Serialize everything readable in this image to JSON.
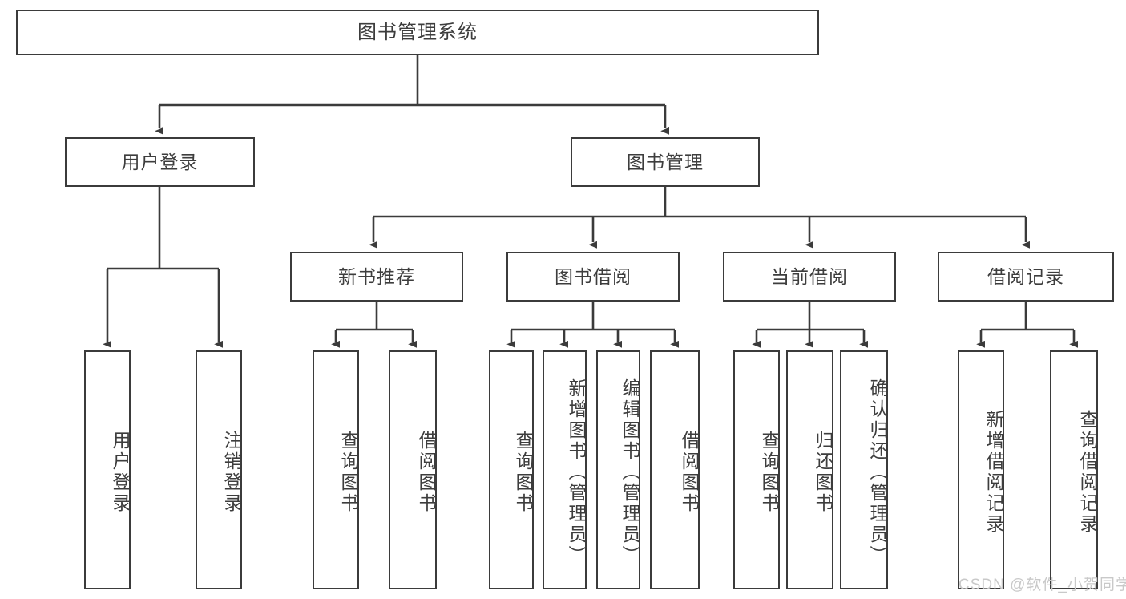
{
  "diagram": {
    "title_node": {
      "label": "图书管理系统"
    },
    "level2": [
      {
        "id": "user-login",
        "label": "用户登录"
      },
      {
        "id": "book-management",
        "label": "图书管理"
      }
    ],
    "level3": [
      {
        "id": "new-book-recommend",
        "label": "新书推荐"
      },
      {
        "id": "book-borrow",
        "label": "图书借阅"
      },
      {
        "id": "current-borrow",
        "label": "当前借阅"
      },
      {
        "id": "borrow-record",
        "label": "借阅记录"
      }
    ],
    "leaves": {
      "user_login": [
        {
          "id": "leaf-user-login",
          "label": "用户登录"
        },
        {
          "id": "leaf-logout-login",
          "label": "注销登录"
        }
      ],
      "new_book_recommend": [
        {
          "id": "leaf-query-book-1",
          "label": "查询图书"
        },
        {
          "id": "leaf-borrow-book-1",
          "label": "借阅图书"
        }
      ],
      "book_borrow": [
        {
          "id": "leaf-query-book-2",
          "label": "查询图书"
        },
        {
          "id": "leaf-add-book",
          "label": "新增图书（管理员）"
        },
        {
          "id": "leaf-edit-book",
          "label": "编辑图书（管理员）"
        },
        {
          "id": "leaf-borrow-book-2",
          "label": "借阅图书"
        }
      ],
      "current_borrow": [
        {
          "id": "leaf-query-book-3",
          "label": "查询图书"
        },
        {
          "id": "leaf-return-book",
          "label": "归还图书"
        },
        {
          "id": "leaf-confirm-return",
          "label": "确认归还（管理员）"
        }
      ],
      "borrow_record": [
        {
          "id": "leaf-add-record",
          "label": "新增借阅记录"
        },
        {
          "id": "leaf-query-record",
          "label": "查询借阅记录"
        }
      ]
    },
    "watermark": "CSDN @软件_小贺同学",
    "colors": {
      "stroke": "#3b3b3b",
      "text": "#3d3d3d",
      "background": "#ffffff",
      "watermark": "#c9c9c9"
    }
  }
}
